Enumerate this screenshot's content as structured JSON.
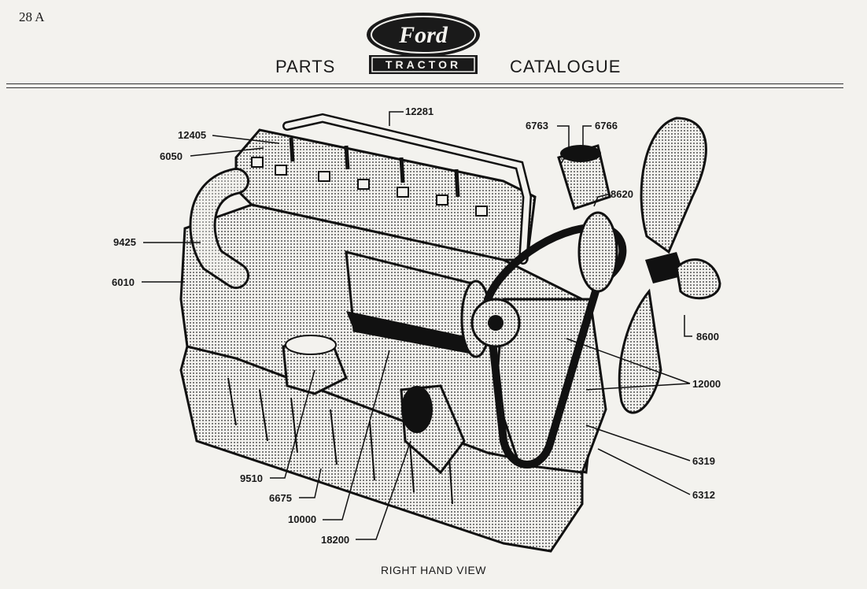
{
  "page_number": "28 A",
  "header": {
    "left_word": "PARTS",
    "right_word": "CATALOGUE",
    "logo": {
      "script_text": "Ford",
      "banner_text": "TRACTOR",
      "icon": "ford-oval-logo"
    }
  },
  "caption": "RIGHT HAND VIEW",
  "callouts": [
    {
      "id": "c12281",
      "label": "12281"
    },
    {
      "id": "c12405",
      "label": "12405"
    },
    {
      "id": "c6050",
      "label": "6050"
    },
    {
      "id": "c6763",
      "label": "6763"
    },
    {
      "id": "c6766",
      "label": "6766"
    },
    {
      "id": "c8620",
      "label": "8620"
    },
    {
      "id": "c9425",
      "label": "9425"
    },
    {
      "id": "c6010",
      "label": "6010"
    },
    {
      "id": "c8600",
      "label": "8600"
    },
    {
      "id": "c12000",
      "label": "12000"
    },
    {
      "id": "c6319",
      "label": "6319"
    },
    {
      "id": "c6312",
      "label": "6312"
    },
    {
      "id": "c9510",
      "label": "9510"
    },
    {
      "id": "c6675",
      "label": "6675"
    },
    {
      "id": "c10000",
      "label": "10000"
    },
    {
      "id": "c18200",
      "label": "18200"
    }
  ],
  "colors": {
    "ink": "#1a1a1a",
    "paper": "#f3f2ee"
  }
}
